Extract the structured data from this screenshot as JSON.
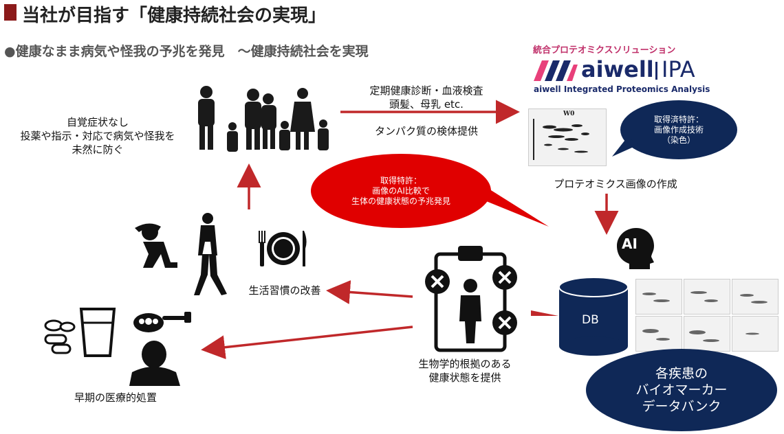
{
  "title": "当社が目指す「健康持続社会の実現」",
  "subtitle": "●健康なまま病気や怪我の予兆を発見　～健康持続社会を実現",
  "aiwell": {
    "tagline": "統合プロテオミクスソリューション",
    "logo_text": "aiwell",
    "logo_suffix": "IPA",
    "full_name": "aiwell Integrated Proteomics Analysis"
  },
  "left_text": [
    "自覚症状なし",
    "投薬や指示・対応で病気や怪我を",
    "未然に防ぐ"
  ],
  "top_arrow_text": [
    "定期健康診断・血液検査",
    "頭髪、母乳 etc."
  ],
  "top_arrow_text2": "タンパク質の検体提供",
  "navy_bubble_small": [
    "取得済特許：",
    "画像作成技術",
    "（染色）"
  ],
  "red_bubble": [
    "取得特許：",
    "画像のAI比較で",
    "生体の健康状態の予兆発見"
  ],
  "proteomics_label": "プロテオミクス画像の作成",
  "gel_label": "W0",
  "ai_label": "AI",
  "db_label": "DB",
  "lifestyle_label": "生活習慣の改善",
  "early_label": "早期の医療的処置",
  "evidence_label": [
    "生物学的根拠のある",
    "健康状態を提供"
  ],
  "biomarker_bubble": [
    "各疾患の",
    "バイオマーカー",
    "データバンク"
  ],
  "colors": {
    "arrow": "#c0282a",
    "navy": "#0f2857",
    "red": "#e00000",
    "title_bar": "#8b1a1a"
  }
}
